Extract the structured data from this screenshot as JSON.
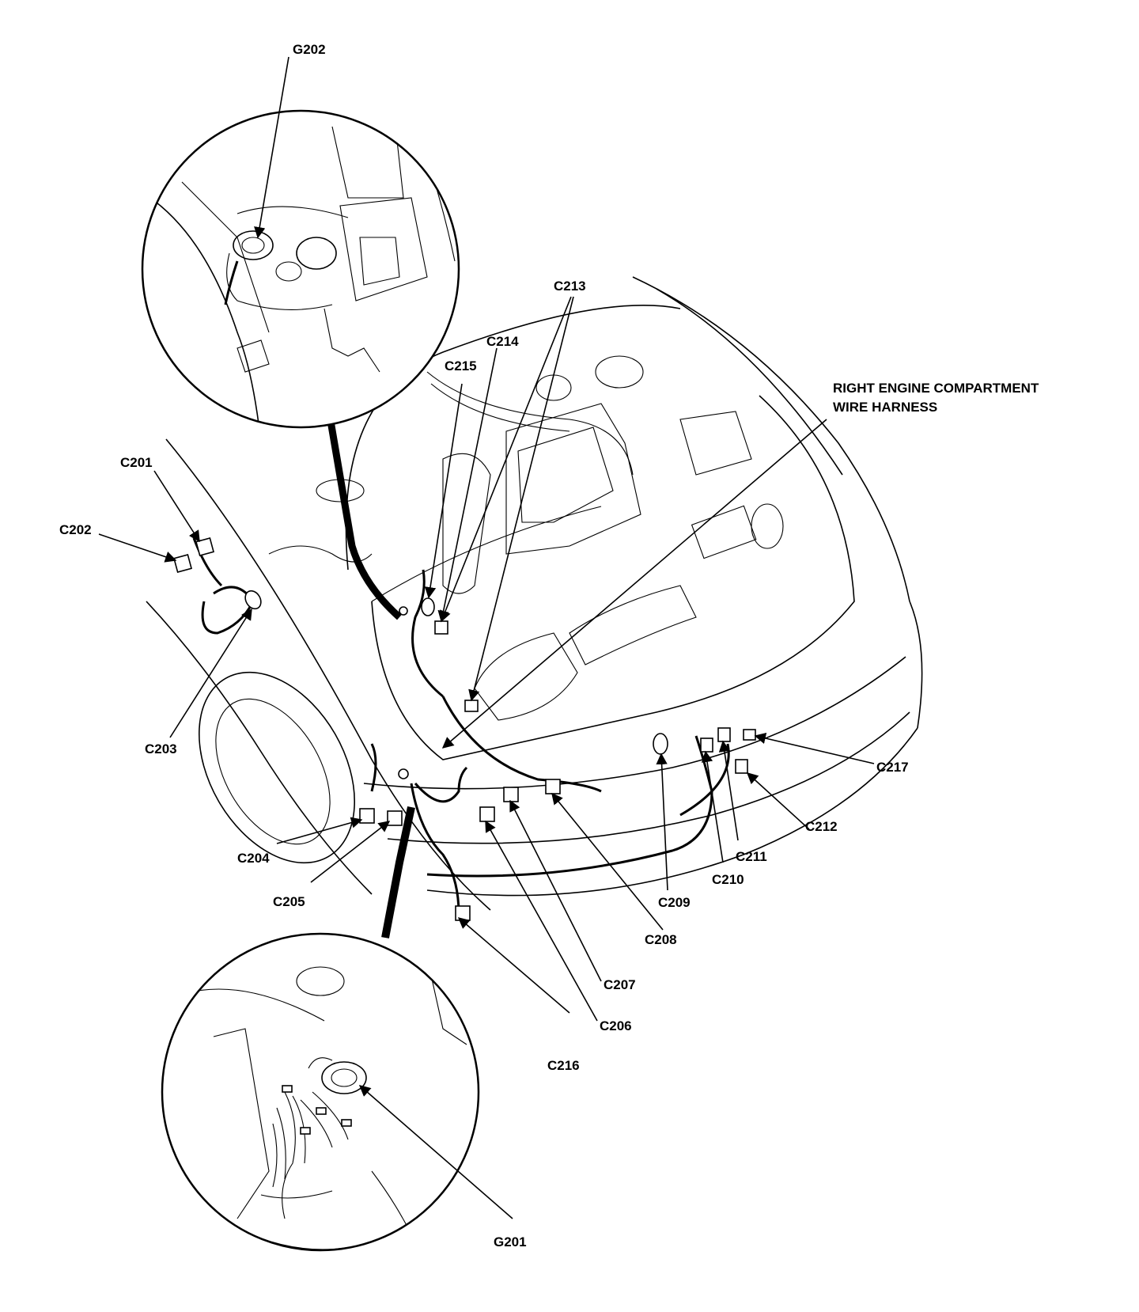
{
  "labels": {
    "g202": "G202",
    "g201": "G201",
    "c201": "C201",
    "c202": "C202",
    "c203": "C203",
    "c204": "C204",
    "c205": "C205",
    "c206": "C206",
    "c207": "C207",
    "c208": "C208",
    "c209": "C209",
    "c210": "C210",
    "c211": "C211",
    "c212": "C212",
    "c213": "C213",
    "c214": "C214",
    "c215": "C215",
    "c216": "C216",
    "c217": "C217",
    "harness_line1": "RIGHT ENGINE COMPARTMENT",
    "harness_line2": "WIRE HARNESS"
  }
}
